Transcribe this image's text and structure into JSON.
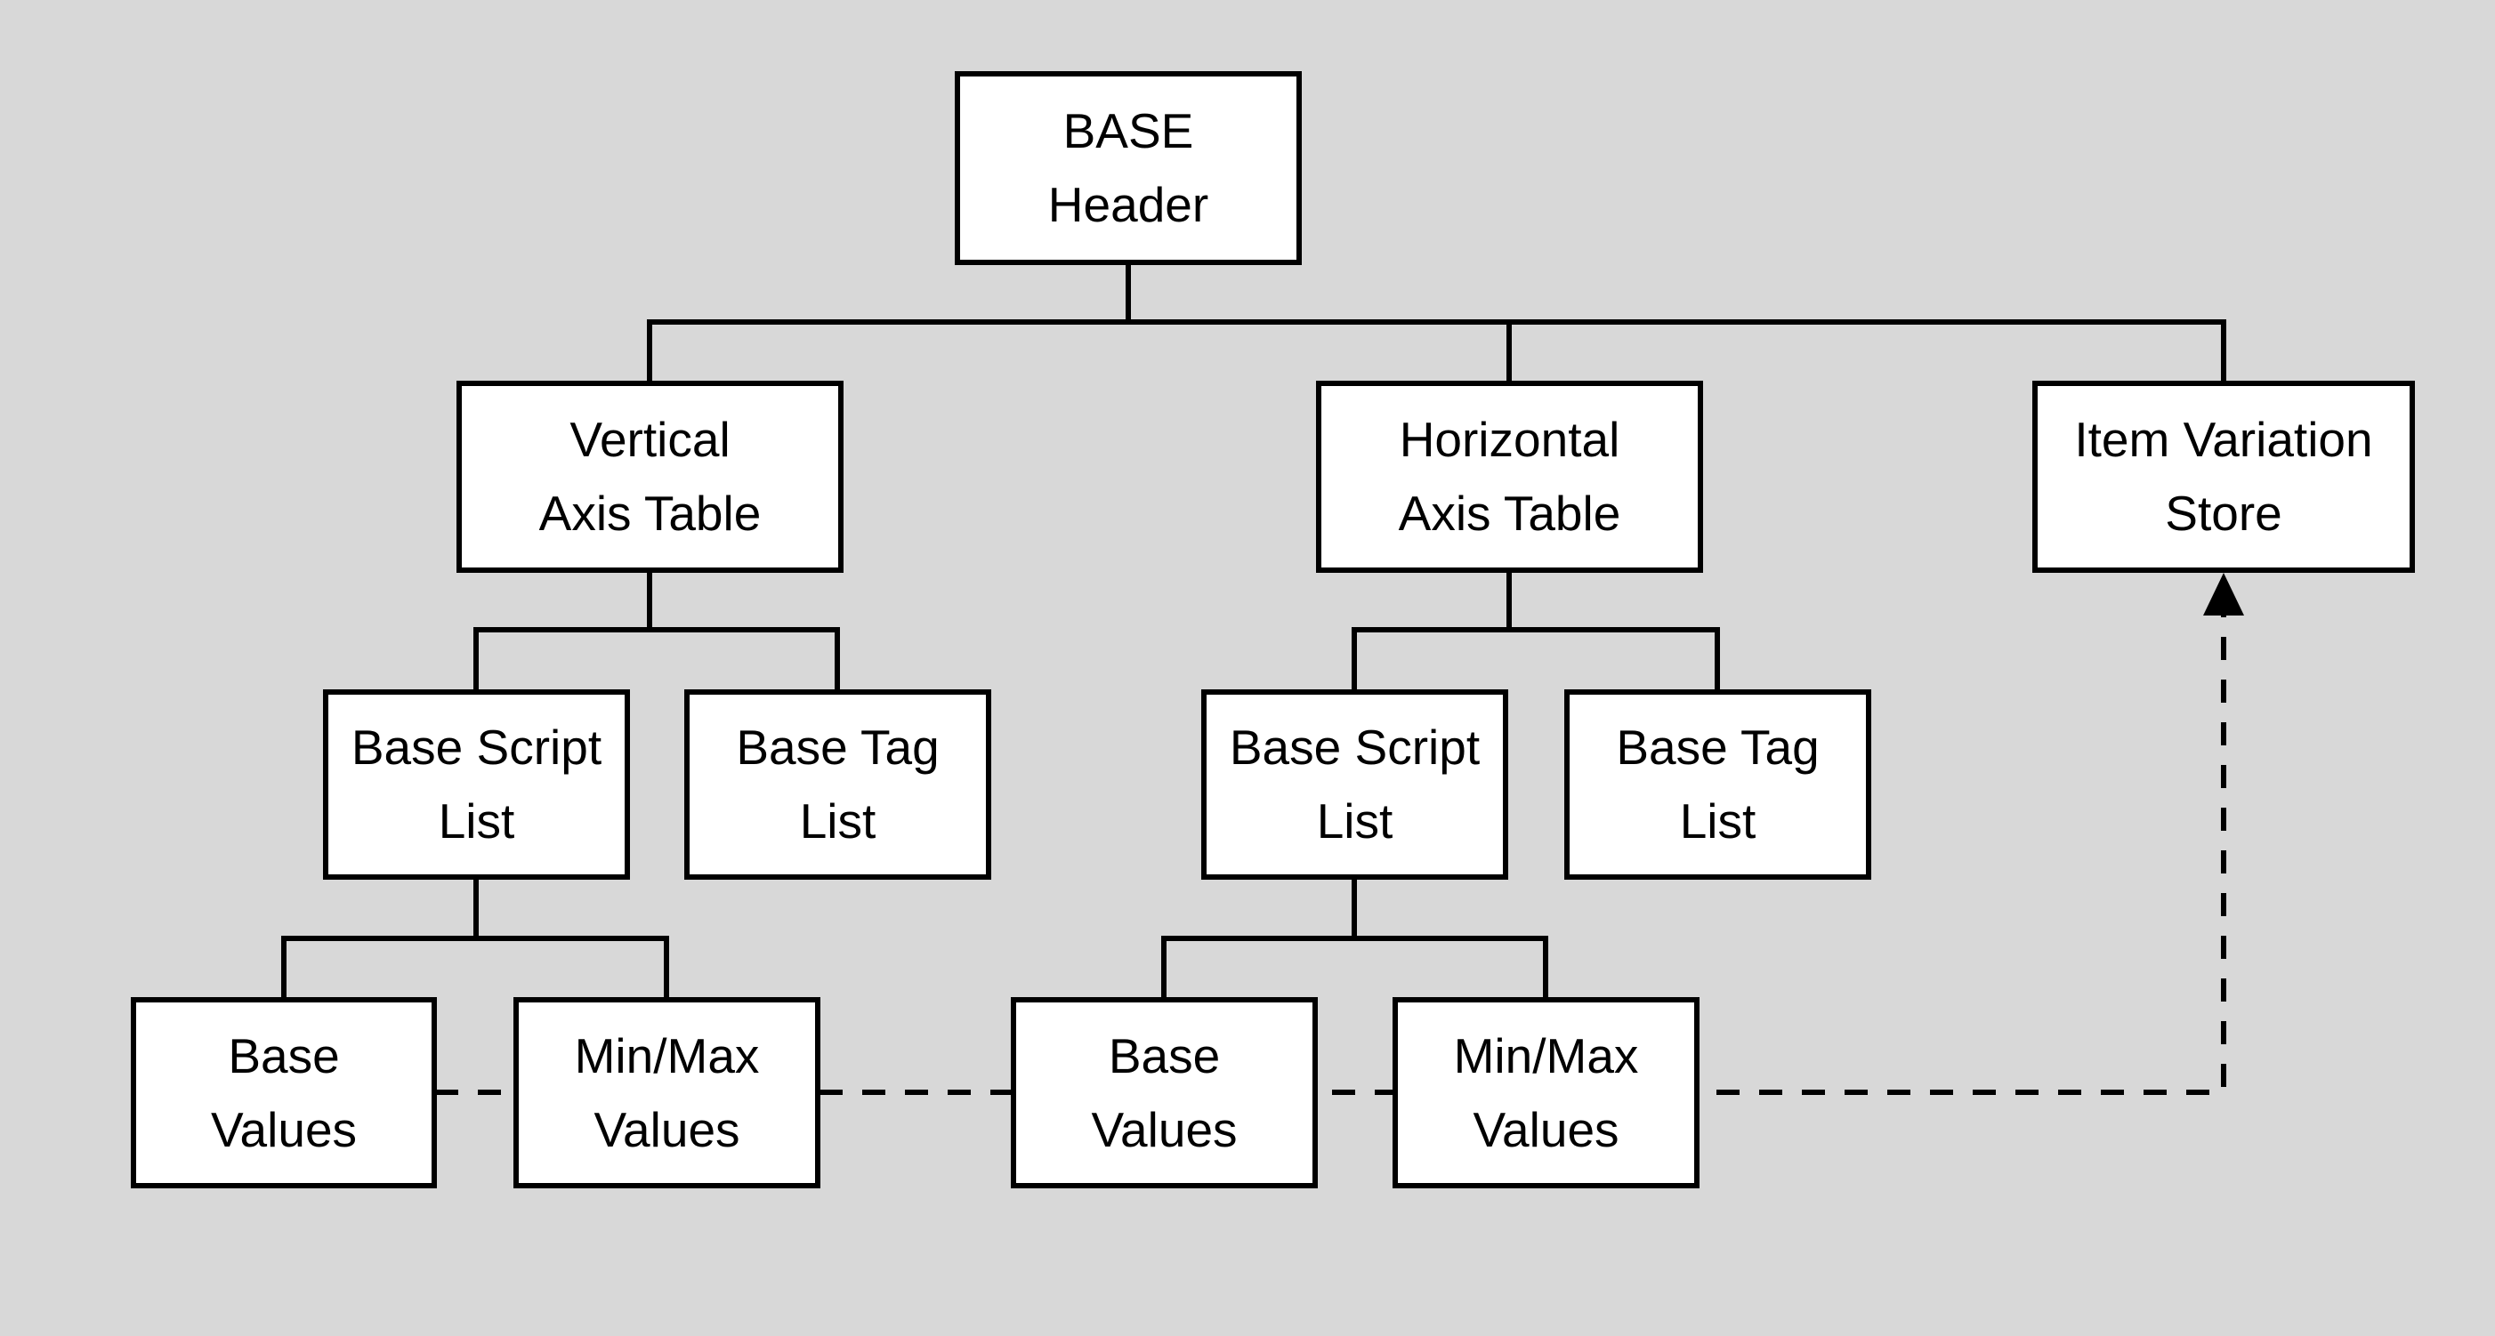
{
  "diagram": {
    "type": "hierarchy-tree",
    "colors": {
      "background": "#d8d8d8",
      "node_fill": "#ffffff",
      "node_border": "#000000",
      "connector": "#000000",
      "text": "#000000"
    },
    "nodes": {
      "base_header": {
        "line1": "BASE",
        "line2": "Header"
      },
      "vertical_axis_table": {
        "line1": "Vertical",
        "line2": "Axis Table"
      },
      "horizontal_axis_table": {
        "line1": "Horizontal",
        "line2": "Axis Table"
      },
      "item_variation_store": {
        "line1": "Item Variation",
        "line2": "Store"
      },
      "base_script_list_vertical": {
        "line1": "Base Script",
        "line2": "List"
      },
      "base_tag_list_vertical": {
        "line1": "Base Tag",
        "line2": "List"
      },
      "base_script_list_horizontal": {
        "line1": "Base Script",
        "line2": "List"
      },
      "base_tag_list_horizontal": {
        "line1": "Base Tag",
        "line2": "List"
      },
      "base_values_vertical": {
        "line1": "Base",
        "line2": "Values"
      },
      "minmax_values_vertical": {
        "line1": "Min/Max",
        "line2": "Values"
      },
      "base_values_horizontal": {
        "line1": "Base",
        "line2": "Values"
      },
      "minmax_values_horizontal": {
        "line1": "Min/Max",
        "line2": "Values"
      }
    },
    "relations": {
      "solid_edges": [
        [
          "base_header",
          "vertical_axis_table"
        ],
        [
          "base_header",
          "horizontal_axis_table"
        ],
        [
          "base_header",
          "item_variation_store"
        ],
        [
          "vertical_axis_table",
          "base_script_list_vertical"
        ],
        [
          "vertical_axis_table",
          "base_tag_list_vertical"
        ],
        [
          "horizontal_axis_table",
          "base_script_list_horizontal"
        ],
        [
          "horizontal_axis_table",
          "base_tag_list_horizontal"
        ],
        [
          "base_script_list_vertical",
          "base_values_vertical"
        ],
        [
          "base_script_list_vertical",
          "minmax_values_vertical"
        ],
        [
          "base_script_list_horizontal",
          "base_values_horizontal"
        ],
        [
          "base_script_list_horizontal",
          "minmax_values_horizontal"
        ]
      ],
      "dashed_arrow": {
        "through": [
          "base_values_vertical",
          "minmax_values_vertical",
          "base_values_horizontal",
          "minmax_values_horizontal"
        ],
        "points_to": "item_variation_store",
        "style": "dashed",
        "arrowhead": "filled-triangle-up"
      }
    }
  }
}
